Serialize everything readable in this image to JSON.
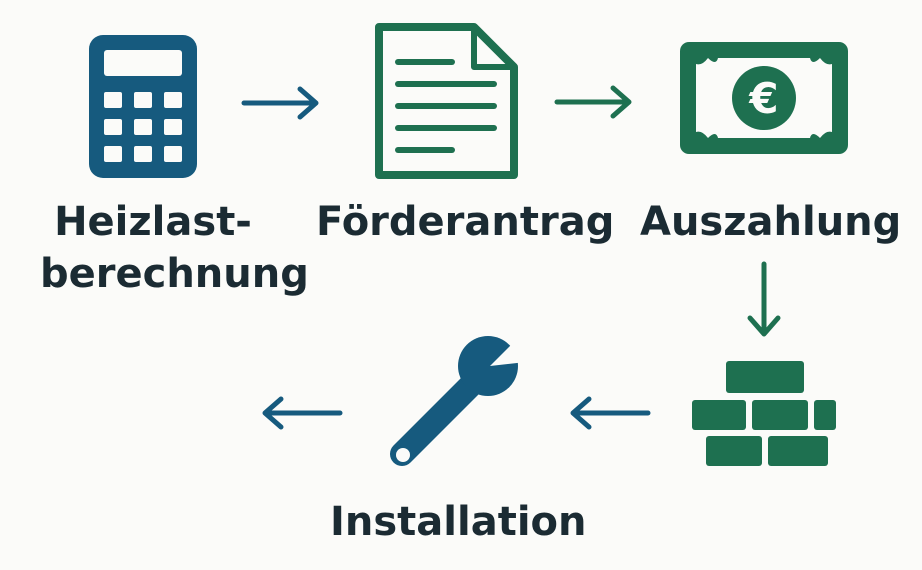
{
  "steps": [
    {
      "id": "heizlast",
      "icon": "calculator-icon",
      "label_line1": "Heizlast-",
      "label_line2": "berechnung"
    },
    {
      "id": "foerderantrag",
      "icon": "document-icon",
      "label": "Förderantrag"
    },
    {
      "id": "auszahlung",
      "icon": "euro-banknote-icon",
      "label": "Auszahlung",
      "symbol": "€"
    },
    {
      "id": "bricks",
      "icon": "bricks-icon"
    },
    {
      "id": "installation",
      "icon": "wrench-icon",
      "label": "Installation"
    }
  ],
  "colors": {
    "blue": "#165a7e",
    "green": "#1e7050",
    "text": "#1b2b33",
    "background": "#fbfbf9"
  }
}
